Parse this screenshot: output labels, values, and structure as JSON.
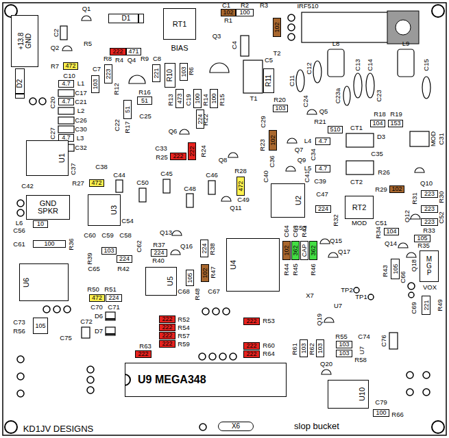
{
  "diagram": {
    "nodes": [
      {
        "text": [
          "+13.8",
          "GND"
        ]
      },
      {
        "text": [
          "D1"
        ]
      },
      {
        "text": [
          "RT1"
        ]
      },
      {
        "text": [
          "102"
        ]
      },
      {
        "text": [
          "100"
        ]
      },
      {
        "text": [
          "102"
        ]
      },
      {
        "text": [
          "222"
        ]
      },
      {
        "text": [
          "471"
        ]
      },
      {
        "text": [
          "472"
        ]
      },
      {
        "text": [
          "223"
        ]
      },
      {
        "text": [
          "221"
        ]
      },
      {
        "text": [
          "R10"
        ]
      },
      {
        "text": [
          "103"
        ]
      },
      {
        "text": [
          "D2"
        ]
      },
      {
        "text": [
          "103"
        ]
      },
      {
        "text": [
          "4.7"
        ]
      },
      {
        "text": [
          "4.7"
        ]
      },
      {
        "text": [
          "51"
        ]
      },
      {
        "text": [
          "473"
        ]
      },
      {
        "text": [
          "100"
        ]
      },
      {
        "text": [
          "100"
        ]
      },
      {
        "text": [
          "51"
        ]
      },
      {
        "text": [
          "R11"
        ]
      },
      {
        "text": [
          "103"
        ]
      },
      {
        "text": [
          "224"
        ]
      },
      {
        "text": [
          "510"
        ]
      },
      {
        "text": [
          "104"
        ]
      },
      {
        "text": [
          "153"
        ]
      },
      {
        "text": [
          "102"
        ]
      },
      {
        "text": [
          "4.7"
        ]
      },
      {
        "text": [
          "4.7"
        ]
      },
      {
        "text": [
          "U1"
        ]
      },
      {
        "text": [
          "222"
        ]
      },
      {
        "text": [
          "222"
        ]
      },
      {
        "text": [
          "4.7"
        ]
      },
      {
        "text": [
          "472"
        ]
      },
      {
        "text": [
          "472"
        ]
      },
      {
        "text": [
          "U2"
        ]
      },
      {
        "text": [
          "102"
        ]
      },
      {
        "text": [
          "223"
        ]
      },
      {
        "text": [
          "GND",
          "SPKR"
        ]
      },
      {
        "text": [
          "U3"
        ]
      },
      {
        "text": [
          "224"
        ]
      },
      {
        "text": [
          "223"
        ]
      },
      {
        "text": [
          "RT2"
        ]
      },
      {
        "text": [
          "223"
        ]
      },
      {
        "text": [
          "10"
        ]
      },
      {
        "text": [
          "104"
        ]
      },
      {
        "text": [
          "105"
        ]
      },
      {
        "text": [
          "U4"
        ]
      },
      {
        "text": [
          "102"
        ]
      },
      {
        "text": [
          "362"
        ]
      },
      {
        "text": [
          "CAP"
        ]
      },
      {
        "text": [
          "362"
        ]
      },
      {
        "text": [
          "100"
        ]
      },
      {
        "text": [
          "224"
        ]
      },
      {
        "text": [
          "103"
        ]
      },
      {
        "text": [
          "224"
        ]
      },
      {
        "text": [
          "M",
          "G",
          "P"
        ]
      },
      {
        "text": [
          "224"
        ]
      },
      {
        "text": [
          "105"
        ]
      },
      {
        "text": [
          "102"
        ]
      },
      {
        "text": [
          "U5"
        ]
      },
      {
        "text": [
          "U6"
        ]
      },
      {
        "text": [
          "105"
        ]
      },
      {
        "text": [
          "472"
        ]
      },
      {
        "text": [
          "224"
        ]
      },
      {
        "text": [
          "221"
        ]
      },
      {
        "text": [
          "222"
        ]
      },
      {
        "text": [
          "222"
        ]
      },
      {
        "text": [
          "105"
        ]
      },
      {
        "text": [
          "222"
        ]
      },
      {
        "text": [
          "222"
        ]
      },
      {
        "text": [
          "103"
        ]
      },
      {
        "text": [
          "103"
        ]
      },
      {
        "text": [
          "222"
        ]
      },
      {
        "text": [
          "103"
        ]
      },
      {
        "text": [
          "222"
        ]
      },
      {
        "text": [
          "103"
        ]
      },
      {
        "text": [
          "222"
        ]
      },
      {
        "text": [
          "222"
        ]
      },
      {
        "text": [
          "U9 MEGA348"
        ]
      },
      {
        "text": [
          "U10"
        ]
      },
      {
        "text": [
          "100"
        ]
      },
      {
        "text": [
          "X6"
        ]
      }
    ],
    "labels": [
      "C1",
      "R2",
      "R3",
      "IRF510",
      "Q1",
      "C2",
      "R1",
      "Q2",
      "R5",
      "BIAS",
      "Q3",
      "C4",
      "R4",
      "R7",
      "R8",
      "Q4",
      "R9",
      "C8",
      "C10",
      "C7",
      "R6",
      "C5",
      "T2",
      "L8",
      "L9",
      "L1",
      "R12",
      "C12",
      "C13",
      "C14",
      "C15",
      "C17",
      "R16",
      "R13",
      "C19",
      "R14",
      "R15",
      "C21",
      "C20",
      "T1",
      "R20",
      "C11",
      "C23a",
      "C23",
      "L2",
      "R18",
      "R19",
      "C25",
      "C24",
      "Q5",
      "C22",
      "R17",
      "C26",
      "R21",
      "R22",
      "C29",
      "CT1",
      "D3",
      "C30",
      "MOD",
      "C31",
      "Q6",
      "C27",
      "L3",
      "L4",
      "R23",
      "Q7",
      "C32",
      "C33",
      "R24",
      "C35",
      "C34",
      "R25",
      "Q8",
      "C36",
      "Q9",
      "L5",
      "C37",
      "C38",
      "R26",
      "C45",
      "R28",
      "C46",
      "C44",
      "C40",
      "C41",
      "CT2",
      "Q10",
      "C39",
      "R27",
      "C50",
      "C42",
      "C48",
      "R29",
      "C47",
      "R31",
      "R30",
      "C52",
      "C49",
      "Q11",
      "Q12",
      "R32",
      "MOD",
      "C51",
      "C53",
      "R33",
      "L6",
      "C56",
      "C54",
      "C60",
      "C59",
      "C58",
      "C64",
      "C63",
      "R41",
      "R34",
      "Q13",
      "C61",
      "R36",
      "Q15",
      "C62",
      "R37",
      "R35",
      "Q14",
      "Q16",
      "Q17",
      "R38",
      "R39",
      "R40",
      "Q18",
      "C65",
      "R42",
      "R47",
      "R43",
      "C66",
      "R44",
      "R45",
      "R46",
      "VOX",
      "C68",
      "R48",
      "C67",
      "X7",
      "TP2",
      "TP1",
      "R50",
      "R51",
      "U7",
      "C69",
      "R49",
      "C70",
      "C71",
      "D6",
      "Q19",
      "C72",
      "R52",
      "R53",
      "C73",
      "R54",
      "C74",
      "R55",
      "C76",
      "D7",
      "R56",
      "R57",
      "C75",
      "R59",
      "R60",
      "R63",
      "U7",
      "R61",
      "R62",
      "Q20",
      "R58",
      "R64",
      "C79",
      "R66",
      "KD1JV DESIGNS",
      "slop bucket"
    ]
  }
}
